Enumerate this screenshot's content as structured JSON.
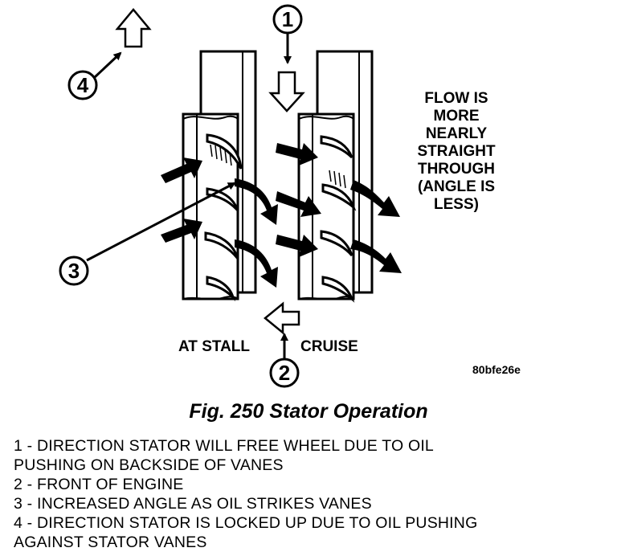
{
  "diagram": {
    "callouts": {
      "c1": "1",
      "c2": "2",
      "c3": "3",
      "c4": "4"
    },
    "flow_note": [
      "FLOW IS",
      "MORE",
      "NEARLY",
      "STRAIGHT",
      "THROUGH",
      "(ANGLE IS",
      "LESS)"
    ],
    "stall_label": "AT STALL",
    "cruise_label": "CRUISE",
    "figure_code": "80bfe26e"
  },
  "caption": "Fig. 250 Stator Operation",
  "legend": [
    "1 - DIRECTION STATOR WILL FREE WHEEL DUE TO OIL\nPUSHING ON BACKSIDE OF VANES",
    "2 - FRONT OF ENGINE",
    "3 - INCREASED ANGLE AS OIL STRIKES VANES",
    "4 - DIRECTION STATOR IS LOCKED UP DUE TO OIL PUSHING\nAGAINST STATOR VANES"
  ]
}
